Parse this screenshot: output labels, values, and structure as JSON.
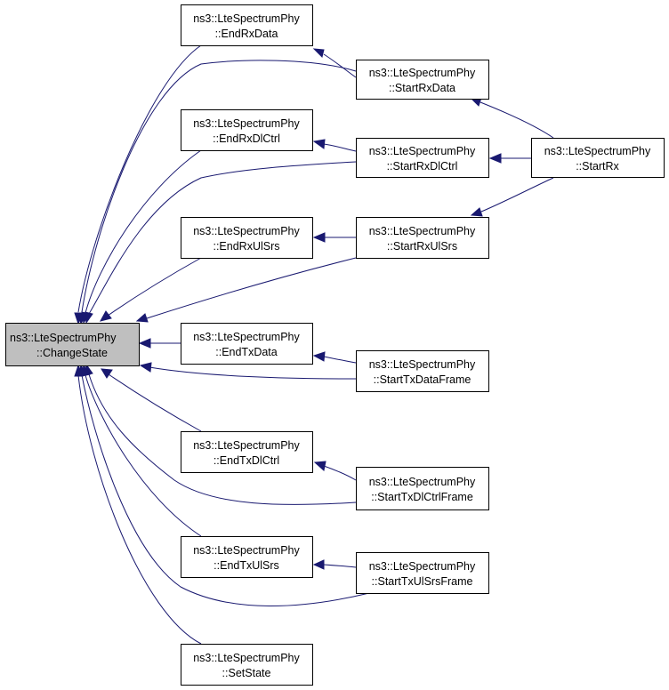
{
  "diagram": {
    "nodes": [
      {
        "id": "changestate",
        "line1": "ns3::LteSpectrumPhy",
        "line2": "::ChangeState",
        "selected": true
      },
      {
        "id": "endrxdata",
        "line1": "ns3::LteSpectrumPhy",
        "line2": "::EndRxData"
      },
      {
        "id": "startrxdata",
        "line1": "ns3::LteSpectrumPhy",
        "line2": "::StartRxData"
      },
      {
        "id": "endrxdlctrl",
        "line1": "ns3::LteSpectrumPhy",
        "line2": "::EndRxDlCtrl"
      },
      {
        "id": "startrxdlctrl",
        "line1": "ns3::LteSpectrumPhy",
        "line2": "::StartRxDlCtrl"
      },
      {
        "id": "startrx",
        "line1": "ns3::LteSpectrumPhy",
        "line2": "::StartRx"
      },
      {
        "id": "endrxulsrs",
        "line1": "ns3::LteSpectrumPhy",
        "line2": "::EndRxUlSrs"
      },
      {
        "id": "startrxulsrs",
        "line1": "ns3::LteSpectrumPhy",
        "line2": "::StartRxUlSrs"
      },
      {
        "id": "endtxdata",
        "line1": "ns3::LteSpectrumPhy",
        "line2": "::EndTxData"
      },
      {
        "id": "starttxdataframe",
        "line1": "ns3::LteSpectrumPhy",
        "line2": "::StartTxDataFrame"
      },
      {
        "id": "endtxdlctrl",
        "line1": "ns3::LteSpectrumPhy",
        "line2": "::EndTxDlCtrl"
      },
      {
        "id": "starttxdlctrlframe",
        "line1": "ns3::LteSpectrumPhy",
        "line2": "::StartTxDlCtrlFrame"
      },
      {
        "id": "endtxulsrs",
        "line1": "ns3::LteSpectrumPhy",
        "line2": "::EndTxUlSrs"
      },
      {
        "id": "starttxulsrsframe",
        "line1": "ns3::LteSpectrumPhy",
        "line2": "::StartTxUlSrsFrame"
      },
      {
        "id": "setstate",
        "line1": "ns3::LteSpectrumPhy",
        "line2": "::SetState"
      }
    ],
    "edges": [
      {
        "from": "endrxdata",
        "to": "changestate"
      },
      {
        "from": "startrxdata",
        "to": "changestate"
      },
      {
        "from": "endrxdlctrl",
        "to": "changestate"
      },
      {
        "from": "startrxdlctrl",
        "to": "changestate"
      },
      {
        "from": "endrxulsrs",
        "to": "changestate"
      },
      {
        "from": "startrxulsrs",
        "to": "changestate"
      },
      {
        "from": "endtxdata",
        "to": "changestate"
      },
      {
        "from": "starttxdataframe",
        "to": "changestate"
      },
      {
        "from": "endtxdlctrl",
        "to": "changestate"
      },
      {
        "from": "starttxdlctrlframe",
        "to": "changestate"
      },
      {
        "from": "endtxulsrs",
        "to": "changestate"
      },
      {
        "from": "starttxulsrsframe",
        "to": "changestate"
      },
      {
        "from": "setstate",
        "to": "changestate"
      },
      {
        "from": "startrxdata",
        "to": "endrxdata"
      },
      {
        "from": "startrxdlctrl",
        "to": "endrxdlctrl"
      },
      {
        "from": "startrxulsrs",
        "to": "endrxulsrs"
      },
      {
        "from": "starttxdataframe",
        "to": "endtxdata"
      },
      {
        "from": "starttxdlctrlframe",
        "to": "endtxdlctrl"
      },
      {
        "from": "starttxulsrsframe",
        "to": "endtxulsrs"
      },
      {
        "from": "startrx",
        "to": "startrxdata"
      },
      {
        "from": "startrx",
        "to": "startrxdlctrl"
      },
      {
        "from": "startrx",
        "to": "startrxulsrs"
      }
    ]
  }
}
